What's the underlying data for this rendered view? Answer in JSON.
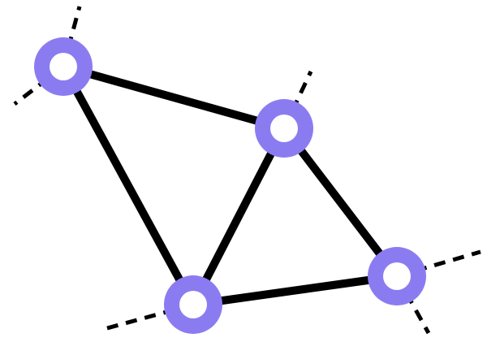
{
  "diagram": {
    "type": "network-graph",
    "colors": {
      "background": "#ffffff",
      "edge": "#000000",
      "node_ring": "#8a7cf0",
      "node_center": "#ffffff"
    },
    "nodes": [
      {
        "id": "n1",
        "label": ""
      },
      {
        "id": "n2",
        "label": ""
      },
      {
        "id": "n3",
        "label": ""
      },
      {
        "id": "n4",
        "label": ""
      }
    ],
    "edges": [
      {
        "from": "n1",
        "to": "n2",
        "style": "solid"
      },
      {
        "from": "n1",
        "to": "n3",
        "style": "solid"
      },
      {
        "from": "n2",
        "to": "n3",
        "style": "solid"
      },
      {
        "from": "n2",
        "to": "n4",
        "style": "solid"
      },
      {
        "from": "n3",
        "to": "n4",
        "style": "solid"
      }
    ],
    "dashed_stubs": [
      {
        "node": "n1",
        "style": "dashed"
      },
      {
        "node": "n1",
        "style": "dashed"
      },
      {
        "node": "n2",
        "style": "dashed"
      },
      {
        "node": "n3",
        "style": "dashed"
      },
      {
        "node": "n4",
        "style": "dashed"
      },
      {
        "node": "n4",
        "style": "dashed"
      }
    ]
  }
}
